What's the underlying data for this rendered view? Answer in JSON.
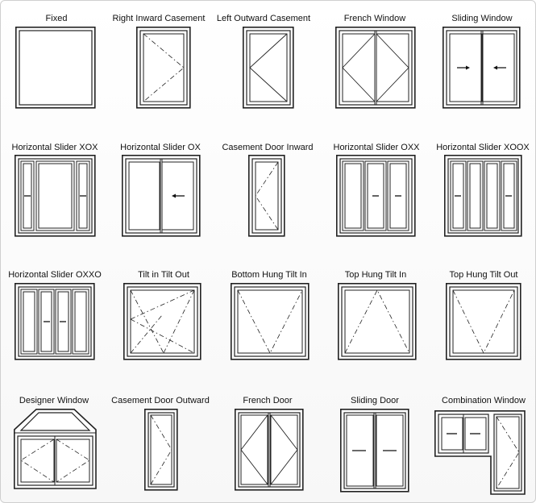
{
  "windows": [
    {
      "id": "fixed",
      "label": "Fixed"
    },
    {
      "id": "right-inward-casement",
      "label": "Right Inward Casement"
    },
    {
      "id": "left-outward-casement",
      "label": "Left Outward Casement"
    },
    {
      "id": "french-window",
      "label": "French Window"
    },
    {
      "id": "sliding-window",
      "label": "Sliding Window"
    },
    {
      "id": "horizontal-slider-xox",
      "label": "Horizontal Slider XOX"
    },
    {
      "id": "horizontal-slider-ox",
      "label": "Horizontal Slider OX"
    },
    {
      "id": "casement-door-inward",
      "label": "Casement Door Inward"
    },
    {
      "id": "horizontal-slider-oxx",
      "label": "Horizontal Slider OXX"
    },
    {
      "id": "horizontal-slider-xoox",
      "label": "Horizontal Slider XOOX"
    },
    {
      "id": "horizontal-slider-oxxo",
      "label": "Horizontal Slider OXXO"
    },
    {
      "id": "tilt-in-tilt-out",
      "label": "Tilt in Tilt Out"
    },
    {
      "id": "bottom-hung-tilt-in",
      "label": "Bottom Hung Tilt In"
    },
    {
      "id": "top-hung-tilt-in",
      "label": "Top Hung Tilt In"
    },
    {
      "id": "top-hung-tilt-out",
      "label": "Top Hung Tilt Out"
    },
    {
      "id": "designer-window",
      "label": "Designer Window"
    },
    {
      "id": "casement-door-outward",
      "label": "Casement Door Outward"
    },
    {
      "id": "french-door",
      "label": "French Door"
    },
    {
      "id": "sliding-door",
      "label": "Sliding Door"
    },
    {
      "id": "combination-window",
      "label": "Combination Window"
    }
  ],
  "colors": {
    "line": "#222222",
    "frame_fill": "#ffffff",
    "border": "#cfcfcf"
  }
}
